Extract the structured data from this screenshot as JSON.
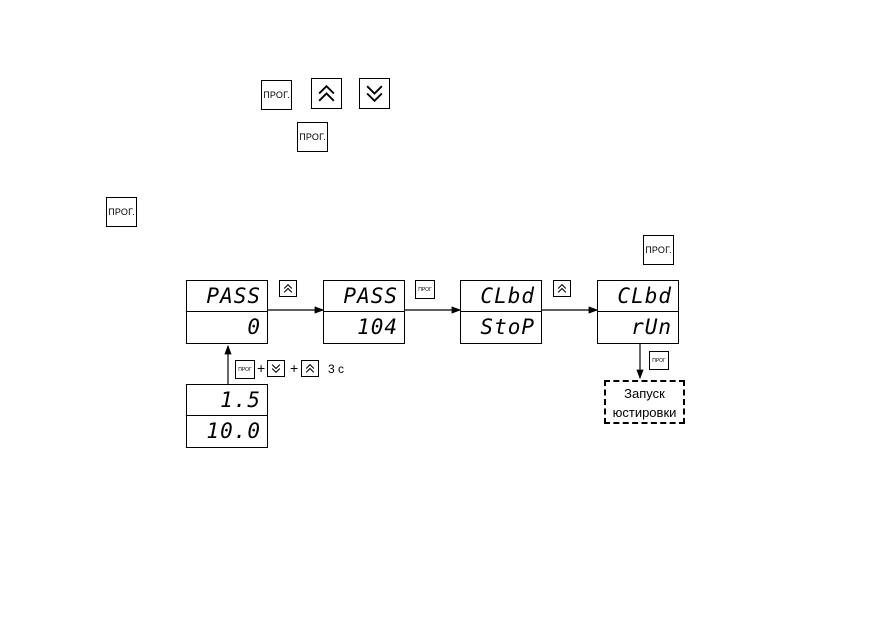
{
  "keys": {
    "prog_label": "ПРОГ.",
    "prog_label_small": "ПРОГ"
  },
  "displays": [
    {
      "top": "PASS",
      "bottom": "0"
    },
    {
      "top": "PASS",
      "bottom": "104"
    },
    {
      "top": "CLbd",
      "bottom": "StoP"
    },
    {
      "top": "CLbd",
      "bottom": "rUn"
    },
    {
      "top": "1.5",
      "bottom": "10.0"
    }
  ],
  "combo": {
    "plus1": "+",
    "plus2": "+",
    "duration": "3 с"
  },
  "result_box": {
    "line1": "Запуск",
    "line2": "юстировки"
  },
  "icons": {
    "up": "double-chevron-up-icon",
    "down": "double-chevron-down-icon"
  }
}
